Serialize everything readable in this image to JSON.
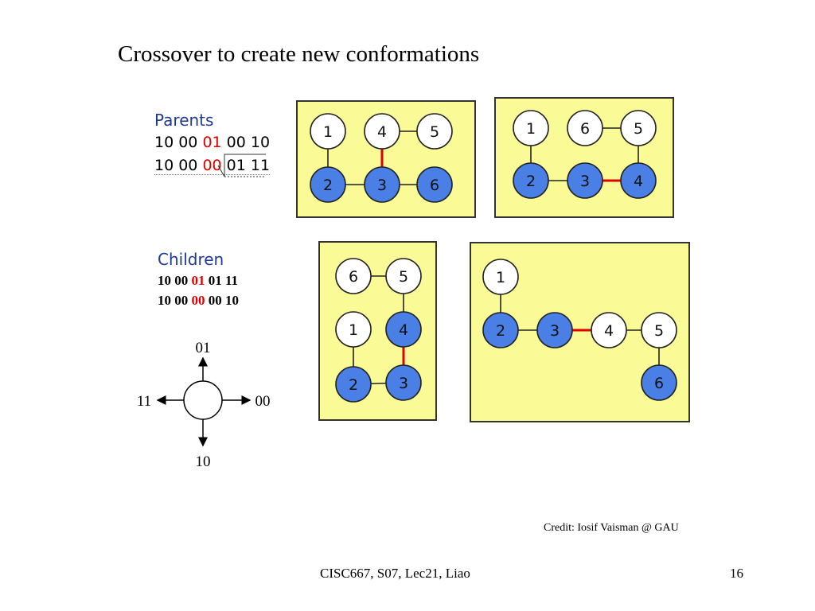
{
  "title": "Crossover to create new conformations",
  "parents": {
    "label": "Parents",
    "row1": {
      "a": "10 00 ",
      "b": "01",
      "c": " 00 10"
    },
    "row2": {
      "a": "10 00 ",
      "b": "00",
      "c": " 01 11"
    }
  },
  "children": {
    "label": "Children",
    "row1": {
      "a": "10 00 ",
      "b": "01",
      "c": " 01 11"
    },
    "row2": {
      "a": "10 00 ",
      "b": "00",
      "c": " 00 10"
    }
  },
  "compass": {
    "up": "01",
    "right": "00",
    "down": "10",
    "left": "11"
  },
  "colors": {
    "panel": "#fafa96",
    "blue_node": "#4a7fe6",
    "white_node": "#ffffff",
    "red_bond": "#e00000"
  },
  "graphs": [
    {
      "id": "parent-1",
      "nodes": [
        {
          "label": "1",
          "fill": "white"
        },
        {
          "label": "4",
          "fill": "white"
        },
        {
          "label": "5",
          "fill": "white"
        },
        {
          "label": "2",
          "fill": "blue"
        },
        {
          "label": "3",
          "fill": "blue"
        },
        {
          "label": "6",
          "fill": "blue"
        }
      ]
    },
    {
      "id": "parent-2",
      "nodes": [
        {
          "label": "1",
          "fill": "white"
        },
        {
          "label": "6",
          "fill": "white"
        },
        {
          "label": "5",
          "fill": "white"
        },
        {
          "label": "2",
          "fill": "blue"
        },
        {
          "label": "3",
          "fill": "blue"
        },
        {
          "label": "4",
          "fill": "blue"
        }
      ]
    },
    {
      "id": "child-1",
      "nodes": [
        {
          "label": "6",
          "fill": "white"
        },
        {
          "label": "5",
          "fill": "white"
        },
        {
          "label": "1",
          "fill": "white"
        },
        {
          "label": "4",
          "fill": "blue"
        },
        {
          "label": "2",
          "fill": "blue"
        },
        {
          "label": "3",
          "fill": "blue"
        }
      ]
    },
    {
      "id": "child-2",
      "nodes": [
        {
          "label": "1",
          "fill": "white"
        },
        {
          "label": "2",
          "fill": "blue"
        },
        {
          "label": "3",
          "fill": "blue"
        },
        {
          "label": "4",
          "fill": "white"
        },
        {
          "label": "5",
          "fill": "white"
        },
        {
          "label": "6",
          "fill": "blue"
        }
      ]
    }
  ],
  "credit": "Credit: Iosif Vaisman @ GAU",
  "footer": "CISC667, S07, Lec21, Liao",
  "page_number": "16"
}
